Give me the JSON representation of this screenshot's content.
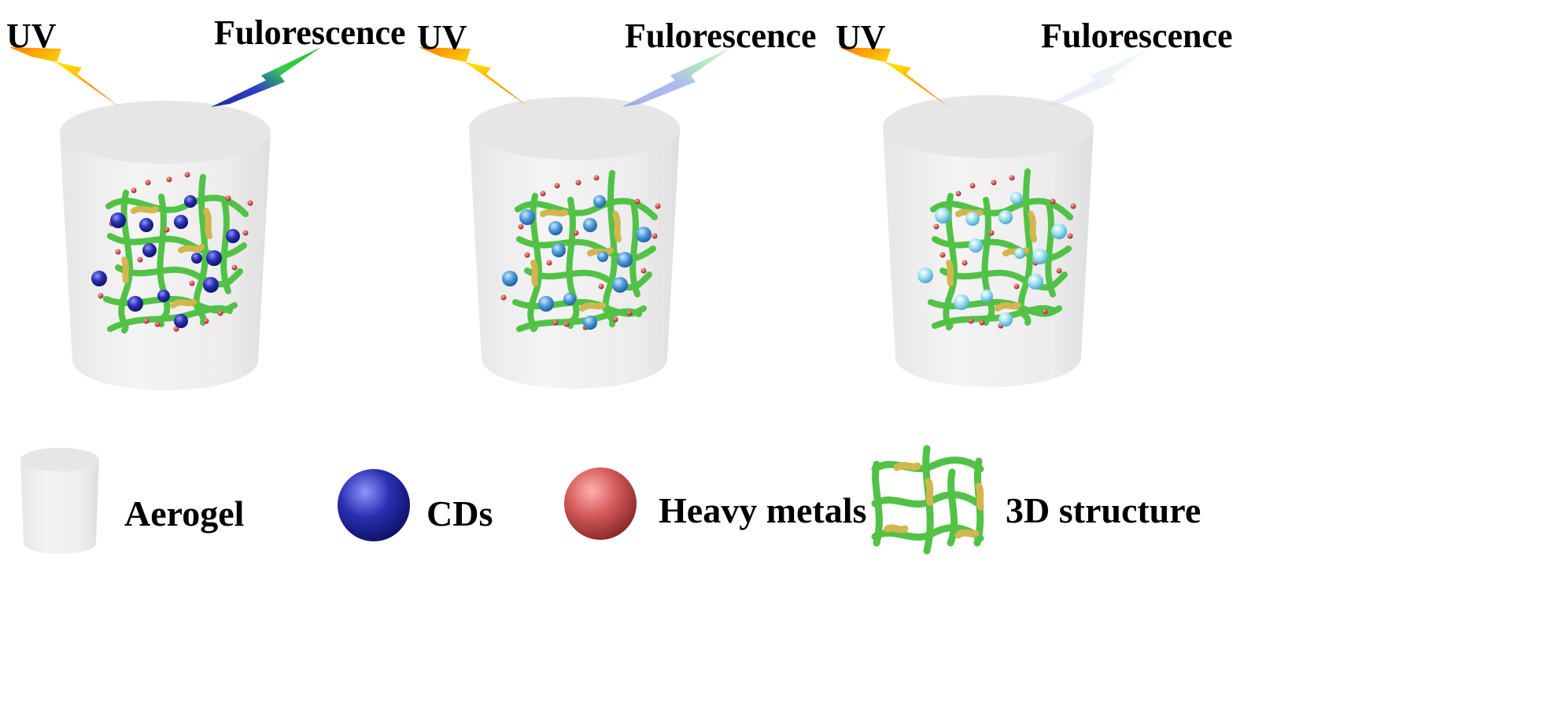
{
  "panels": [
    {
      "uv_label": "UV",
      "emission_label": "Fulorescence",
      "cd_color": "#2a2f9e",
      "emission_intensity": 1.0
    },
    {
      "uv_label": "UV",
      "emission_label": "Fulorescence",
      "cd_color": "#3f8fd0",
      "emission_intensity": 0.6
    },
    {
      "uv_label": "UV",
      "emission_label": "Fulorescence",
      "cd_color": "#8fd8ea",
      "emission_intensity": 0.3
    }
  ],
  "legend": {
    "aerogel": "Aerogel",
    "cds": "CDs",
    "heavy_metals": "Heavy metals",
    "structure": "3D structure"
  },
  "colors": {
    "aerogel_body": "#efefef",
    "aerogel_top": "#e4e4e4",
    "fiber_green": "#52c247",
    "fiber_yellow": "#d3b64e",
    "cd_dark": "#2a2f9e",
    "heavy_metal": "#d05454"
  }
}
